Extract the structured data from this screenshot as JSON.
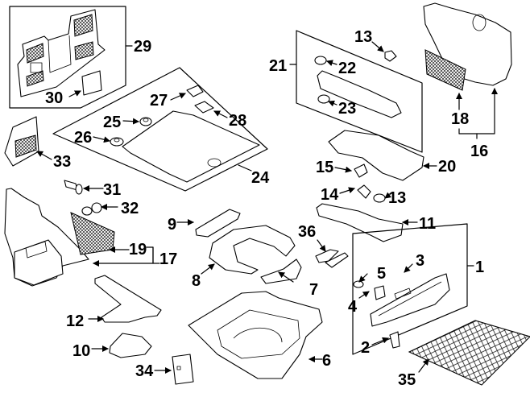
{
  "diagram": {
    "title": "Rear body / trunk interior trim exploded parts diagram",
    "callouts": [
      {
        "id": "c1",
        "label": "1"
      },
      {
        "id": "c2",
        "label": "2"
      },
      {
        "id": "c3",
        "label": "3"
      },
      {
        "id": "c4",
        "label": "4"
      },
      {
        "id": "c5",
        "label": "5"
      },
      {
        "id": "c6",
        "label": "6"
      },
      {
        "id": "c7",
        "label": "7"
      },
      {
        "id": "c8",
        "label": "8"
      },
      {
        "id": "c9",
        "label": "9"
      },
      {
        "id": "c10",
        "label": "10"
      },
      {
        "id": "c11",
        "label": "11"
      },
      {
        "id": "c12",
        "label": "12"
      },
      {
        "id": "c13a",
        "label": "13"
      },
      {
        "id": "c13b",
        "label": "13"
      },
      {
        "id": "c14",
        "label": "14"
      },
      {
        "id": "c15",
        "label": "15"
      },
      {
        "id": "c16",
        "label": "16"
      },
      {
        "id": "c17",
        "label": "17"
      },
      {
        "id": "c18",
        "label": "18"
      },
      {
        "id": "c19",
        "label": "19"
      },
      {
        "id": "c20",
        "label": "20"
      },
      {
        "id": "c21",
        "label": "21"
      },
      {
        "id": "c22",
        "label": "22"
      },
      {
        "id": "c23",
        "label": "23"
      },
      {
        "id": "c24",
        "label": "24"
      },
      {
        "id": "c25",
        "label": "25"
      },
      {
        "id": "c26",
        "label": "26"
      },
      {
        "id": "c27",
        "label": "27"
      },
      {
        "id": "c28",
        "label": "28"
      },
      {
        "id": "c29",
        "label": "29"
      },
      {
        "id": "c30",
        "label": "30"
      },
      {
        "id": "c31",
        "label": "31"
      },
      {
        "id": "c32",
        "label": "32"
      },
      {
        "id": "c33",
        "label": "33"
      },
      {
        "id": "c34",
        "label": "34"
      },
      {
        "id": "c35",
        "label": "35"
      },
      {
        "id": "c36",
        "label": "36"
      }
    ]
  }
}
